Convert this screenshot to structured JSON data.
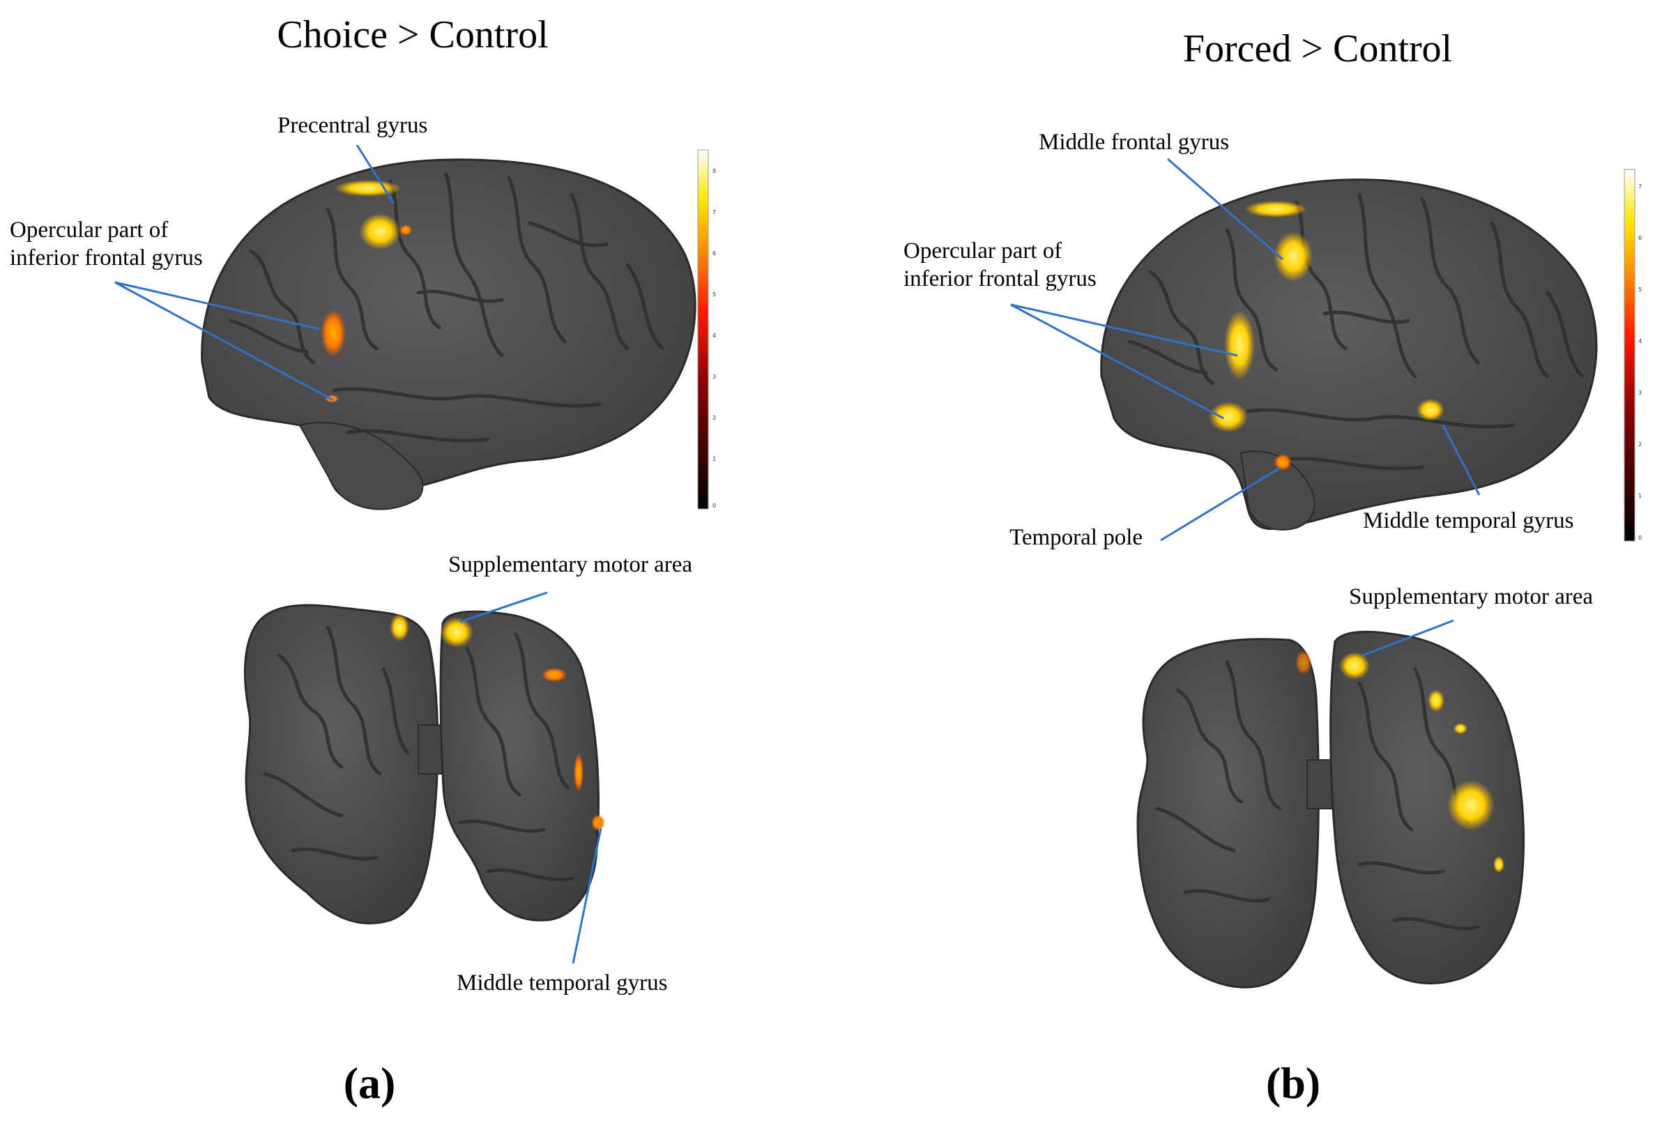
{
  "panels": [
    {
      "title": "Choice > Control",
      "letter": "(a)",
      "lateral_labels": [
        "Precentral gyrus",
        "Opercular part of",
        "inferior frontal gyrus"
      ],
      "top_labels": [
        "Supplementary motor area",
        "Middle temporal gyrus"
      ],
      "colorbar_ticks": [
        "8",
        "7",
        "6",
        "5",
        "4",
        "3",
        "2",
        "1",
        "0"
      ]
    },
    {
      "title": "Forced > Control",
      "letter": "(b)",
      "lateral_labels": [
        "Middle frontal gyrus",
        "Opercular part of",
        "inferior frontal gyrus",
        "Temporal pole",
        "Middle temporal gyrus"
      ],
      "top_labels": [
        "Supplementary motor area"
      ],
      "colorbar_ticks": [
        "7",
        "6",
        "5",
        "4",
        "3",
        "2",
        "1",
        "0"
      ]
    }
  ],
  "colors": {
    "brain": "#505050",
    "sulcus": "#303030",
    "leader": "#2f73c8",
    "activation_hot": "#ffd200",
    "activation_warm": "#ff8a00"
  }
}
